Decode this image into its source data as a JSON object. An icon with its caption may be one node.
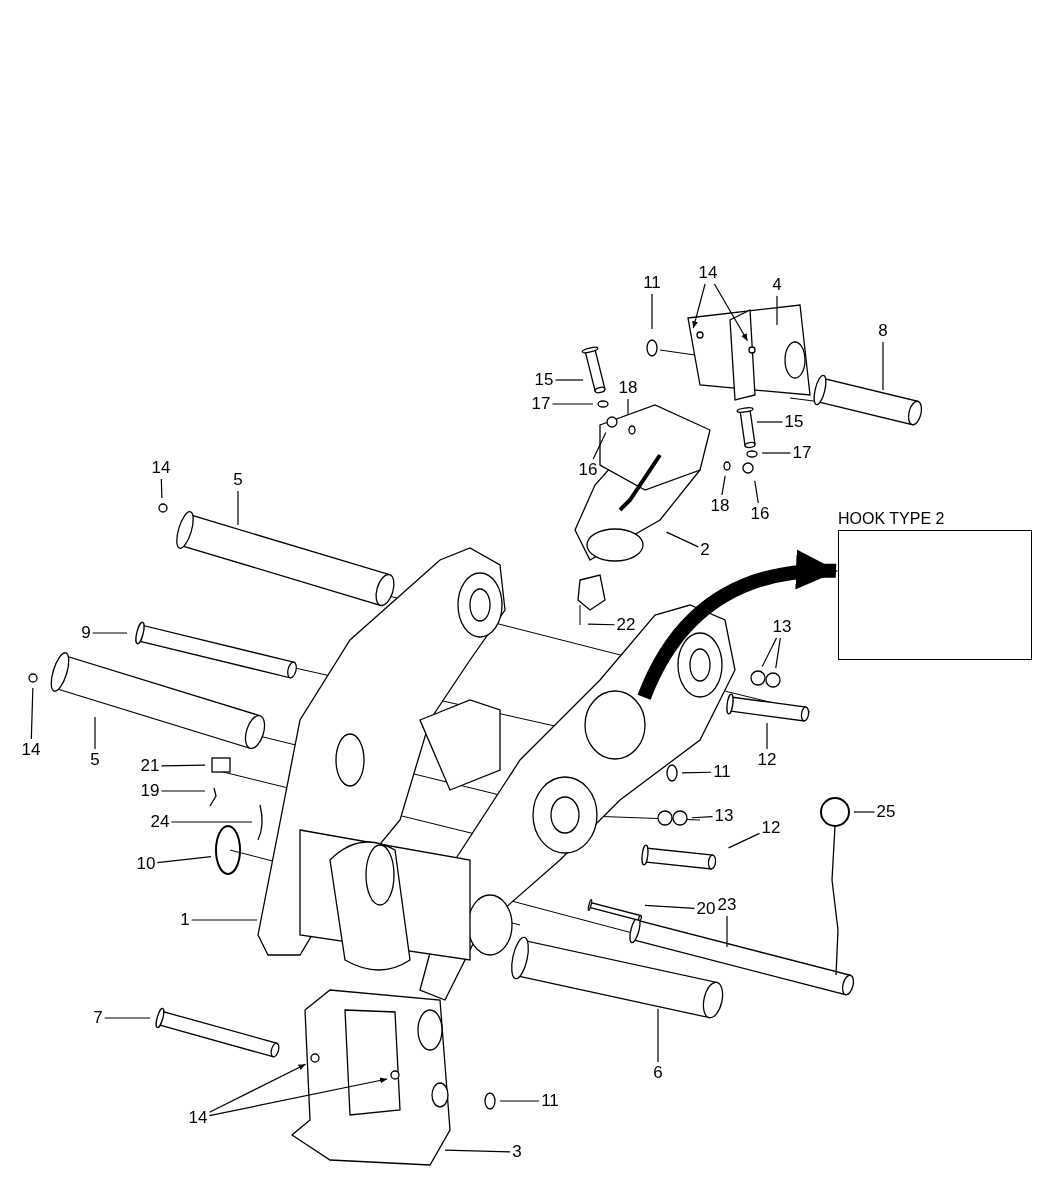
{
  "diagram": {
    "nodes": [
      {
        "text": [
          "HOOK TYPE 2"
        ]
      },
      {
        "text": [
          "11"
        ]
      },
      {
        "text": [
          "14"
        ]
      },
      {
        "text": [
          "4"
        ]
      },
      {
        "text": [
          "8"
        ]
      },
      {
        "text": [
          "15"
        ]
      },
      {
        "text": [
          "17"
        ]
      },
      {
        "text": [
          "18"
        ]
      },
      {
        "text": [
          "16"
        ]
      },
      {
        "text": [
          "15"
        ]
      },
      {
        "text": [
          "17"
        ]
      },
      {
        "text": [
          "18"
        ]
      },
      {
        "text": [
          "16"
        ]
      },
      {
        "text": [
          "14"
        ]
      },
      {
        "text": [
          "5"
        ]
      },
      {
        "text": [
          "2"
        ]
      },
      {
        "text": [
          "9"
        ]
      },
      {
        "text": [
          "22"
        ]
      },
      {
        "text": [
          "13"
        ]
      },
      {
        "text": [
          "14"
        ]
      },
      {
        "text": [
          "5"
        ]
      },
      {
        "text": [
          "12"
        ]
      },
      {
        "text": [
          "21"
        ]
      },
      {
        "text": [
          "11"
        ]
      },
      {
        "text": [
          "19"
        ]
      },
      {
        "text": [
          "13"
        ]
      },
      {
        "text": [
          "24"
        ]
      },
      {
        "text": [
          "25"
        ]
      },
      {
        "text": [
          "10"
        ]
      },
      {
        "text": [
          "12"
        ]
      },
      {
        "text": [
          "20"
        ]
      },
      {
        "text": [
          "1"
        ]
      },
      {
        "text": [
          "23"
        ]
      },
      {
        "text": [
          "7"
        ]
      },
      {
        "text": [
          "6"
        ]
      },
      {
        "text": [
          "14"
        ]
      },
      {
        "text": [
          "11"
        ]
      },
      {
        "text": [
          "3"
        ]
      }
    ],
    "edges": [
      {
        "from": null,
        "to": 0,
        "arrow": "to",
        "style": "thick"
      },
      {
        "from": 1,
        "to": null,
        "arrow": "none"
      },
      {
        "from": 2,
        "to": null,
        "arrow": "to"
      },
      {
        "from": 2,
        "to": null,
        "arrow": "to"
      },
      {
        "from": 3,
        "to": null,
        "arrow": "none"
      },
      {
        "from": 4,
        "to": null,
        "arrow": "none"
      },
      {
        "from": 5,
        "to": null,
        "arrow": "none"
      },
      {
        "from": 6,
        "to": null,
        "arrow": "none"
      },
      {
        "from": 7,
        "to": null,
        "arrow": "none"
      },
      {
        "from": 8,
        "to": null,
        "arrow": "none"
      },
      {
        "from": 9,
        "to": null,
        "arrow": "none"
      },
      {
        "from": 10,
        "to": null,
        "arrow": "none"
      },
      {
        "from": 11,
        "to": null,
        "arrow": "none"
      },
      {
        "from": 12,
        "to": null,
        "arrow": "none"
      },
      {
        "from": 13,
        "to": null,
        "arrow": "none"
      },
      {
        "from": 14,
        "to": null,
        "arrow": "none"
      },
      {
        "from": 15,
        "to": null,
        "arrow": "none"
      },
      {
        "from": 16,
        "to": null,
        "arrow": "none"
      },
      {
        "from": 17,
        "to": null,
        "arrow": "none"
      },
      {
        "from": 18,
        "to": null,
        "arrow": "none"
      },
      {
        "from": 18,
        "to": null,
        "arrow": "none"
      },
      {
        "from": 19,
        "to": null,
        "arrow": "none"
      },
      {
        "from": 20,
        "to": null,
        "arrow": "none"
      },
      {
        "from": 21,
        "to": null,
        "arrow": "none"
      },
      {
        "from": 22,
        "to": null,
        "arrow": "none"
      },
      {
        "from": 23,
        "to": null,
        "arrow": "none"
      },
      {
        "from": 24,
        "to": null,
        "arrow": "none"
      },
      {
        "from": 25,
        "to": null,
        "arrow": "none"
      },
      {
        "from": 26,
        "to": null,
        "arrow": "none"
      },
      {
        "from": 27,
        "to": null,
        "arrow": "none"
      },
      {
        "from": 28,
        "to": null,
        "arrow": "none"
      },
      {
        "from": 29,
        "to": null,
        "arrow": "none"
      },
      {
        "from": 30,
        "to": null,
        "arrow": "none"
      },
      {
        "from": 31,
        "to": null,
        "arrow": "none"
      },
      {
        "from": 32,
        "to": null,
        "arrow": "none"
      },
      {
        "from": 33,
        "to": null,
        "arrow": "none"
      },
      {
        "from": 34,
        "to": null,
        "arrow": "none"
      },
      {
        "from": 35,
        "to": null,
        "arrow": "to"
      },
      {
        "from": 35,
        "to": null,
        "arrow": "to"
      },
      {
        "from": 36,
        "to": null,
        "arrow": "none"
      },
      {
        "from": 37,
        "to": null,
        "arrow": "none"
      }
    ]
  }
}
